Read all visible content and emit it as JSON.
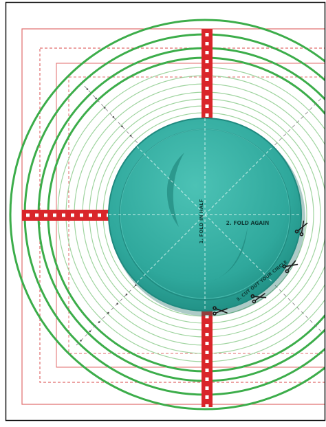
{
  "labels": {
    "fold_in_half": "1. FOLD IN HALF",
    "fold_again": "2. FOLD AGAIN",
    "cut_circle": "3. CUT OUT YOUR CIRCLE"
  },
  "colors": {
    "page_border": "#111111",
    "rectangle_guides": "#e06a6a",
    "ring_outline": "#3cad4a",
    "ring_thin": "#9fd49f",
    "disc_fill": "#2fa89c",
    "disc_edge": "#1f8a7f",
    "ruler_red": "#d9252a",
    "fold_line": "#e8fbf8"
  },
  "icons": {
    "cut_marks": "scissors-icon",
    "ruler_squares": "square-marker"
  }
}
